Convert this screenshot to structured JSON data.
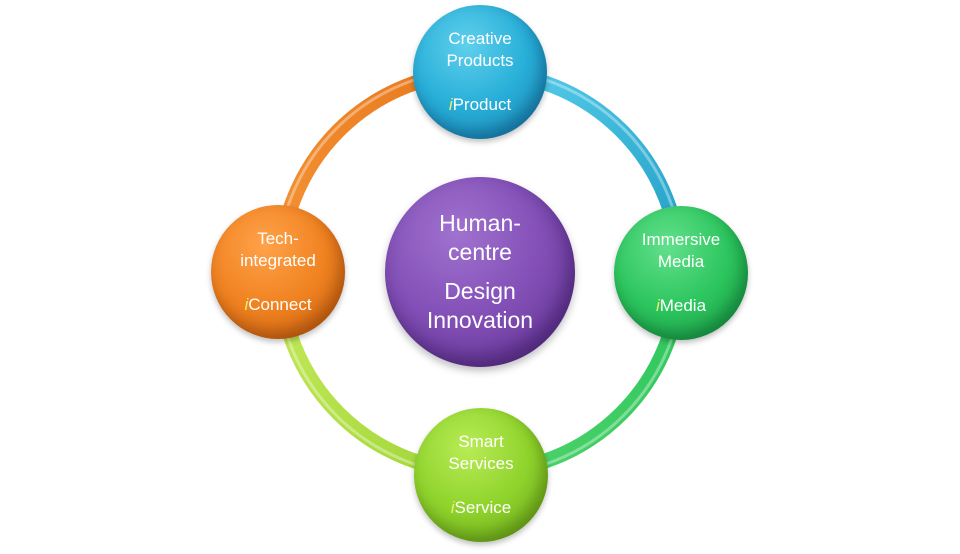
{
  "center": {
    "lines": [
      "Human-",
      "centre",
      "Design",
      "Innovation"
    ],
    "color": "#8451b8"
  },
  "nodes": {
    "top": {
      "lines": [
        "Creative",
        "Products"
      ],
      "prefix": "i",
      "brand": "Product",
      "color": "#27aed8"
    },
    "right": {
      "lines": [
        "Immersive",
        "Media"
      ],
      "prefix": "i",
      "brand": "Media",
      "color": "#2cc55e"
    },
    "bottom": {
      "lines": [
        "Smart",
        "Services"
      ],
      "prefix": "i",
      "brand": "Service",
      "color": "#8fd32c"
    },
    "left": {
      "lines": [
        "Tech-",
        "integrated"
      ],
      "prefix": "i",
      "brand": "Connect",
      "color": "#f08220"
    }
  },
  "ring_colors": {
    "top_left": "#f08a2a",
    "top_right": "#2eb8d8",
    "bottom_right": "#34c75e",
    "bottom_left": "#a6d93a"
  }
}
